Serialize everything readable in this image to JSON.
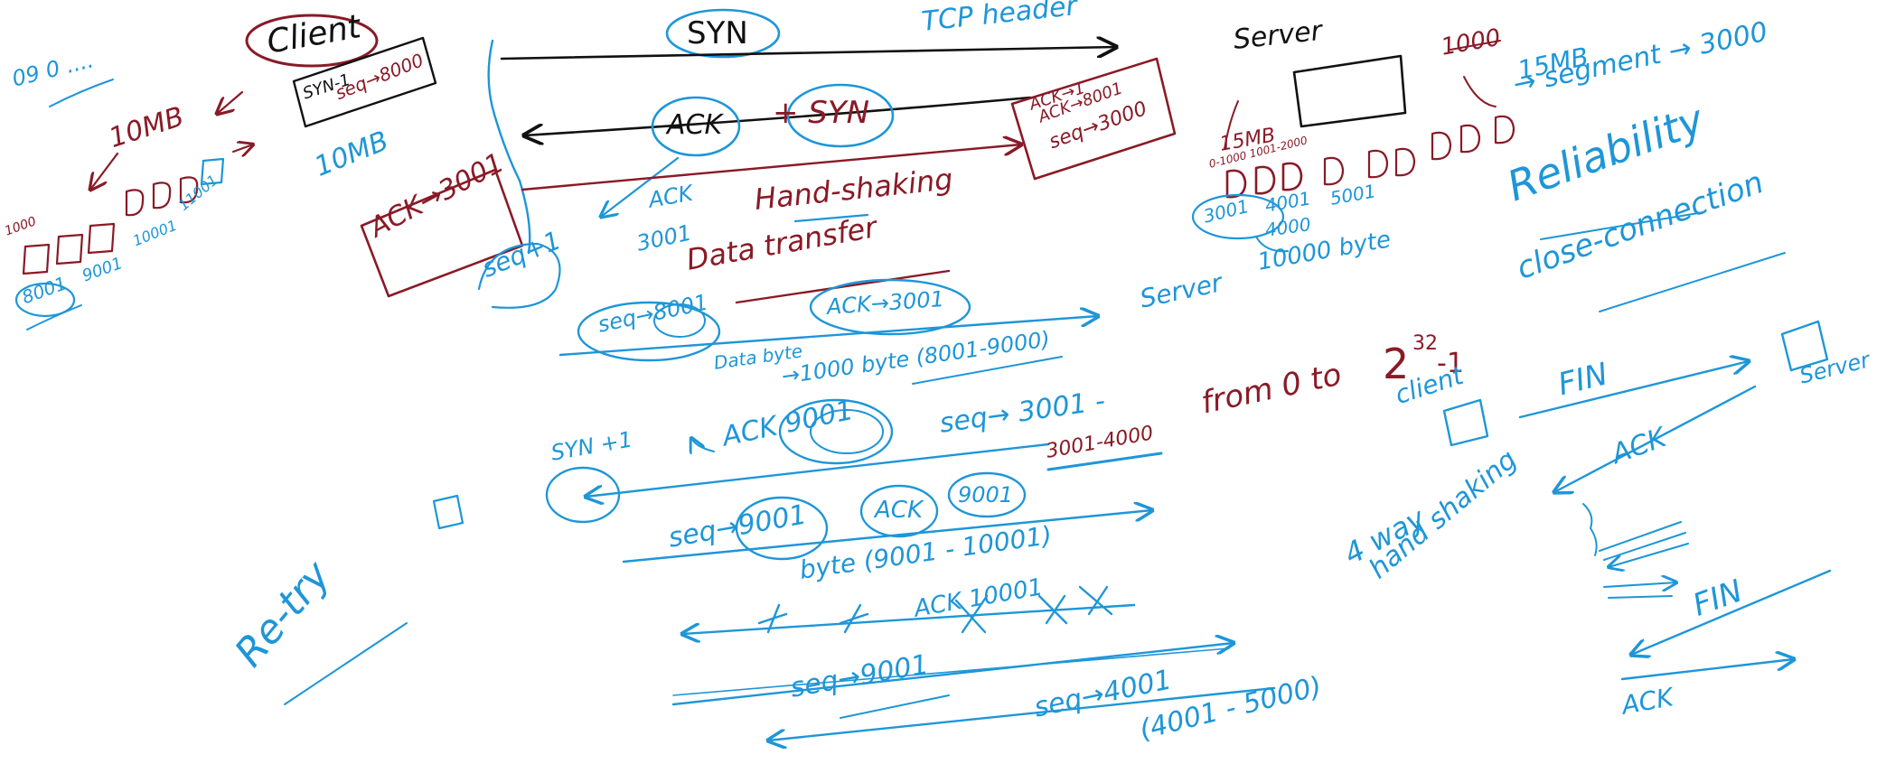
{
  "colors": {
    "blue": "#1e96d8",
    "red": "#8a1a26",
    "black": "#111111",
    "background": "#ffffff"
  },
  "notes": {
    "top_left_scribble": "09 0 ....",
    "ten_mb_left": "10MB",
    "client": "Client",
    "client_box_line1": "SYN-1",
    "client_box_line2": "seq→8000",
    "ten_mb_blue": "10MB",
    "ack_3001_box": "ACK→3001",
    "seq_plus_1_loop": "seq+1",
    "syn": "SYN",
    "tcp_header": "TCP header",
    "ack_plus_syn_ack": "ACK",
    "ack_plus_syn_syn": "+ SYN",
    "ack_small": "ACK",
    "ack_3001_small": "3001",
    "hand_shaking": "Hand-shaking",
    "data_transfer": "Data transfer",
    "server_box_line1": "ACK→1",
    "server_box_line2": "ACK→8001",
    "server_box_line3": "seq→3000",
    "server_title": "Server",
    "one_thousand": "1000",
    "fifteen_mb": "15MB",
    "segment_3000": "→ segment → 3000",
    "server_range_1": "0-1000 1001-2000",
    "server_15mb_small": "15MB",
    "server_3001": "3001",
    "server_4001": "4001",
    "server_5001": "5001",
    "server_4000": "4000",
    "ten_thousand_byte": "10000 byte",
    "reliability": "Reliability",
    "close_connection": "close-connection",
    "left_1000": "1000",
    "left_8001": "8001",
    "left_9001": "9001",
    "left_10001": "10001",
    "left_11001": "11001",
    "seq_8001": "seq→8001",
    "ack_3001_top": "ACK→3001",
    "server_mid": "Server",
    "data_byte": "Data byte",
    "byte_range_1": "→1000 byte (8001-9000)",
    "from_0_to": "from 0 to",
    "two_32": "2",
    "exponent_32": "32",
    "minus_1": "-1",
    "client_right": "client",
    "fin_top": "FIN",
    "server_right": "Server",
    "syn_plus_1": "SYN +1",
    "ack_9001": "ACK 9001",
    "seq_3001": "seq→ 3001 -",
    "range_3001_4000": "3001-4000",
    "ack_right": "ACK",
    "seq_9001": "seq→9001",
    "ack_9001_b_ack": "ACK",
    "ack_9001_b_val": "9001",
    "four_way": "4 way",
    "hand_shaking_blue": "hand shaking",
    "byte_range_2": "byte (9001 - 10001)",
    "re_try": "Re-try",
    "ack_10001_crossed": "ACK 10001",
    "fin_bottom": "FIN",
    "seq_9001_b": "seq→9001",
    "seq_4001": "seq→4001",
    "range_4001_5000": "(4001 - 5000)",
    "ack_bottom": "ACK"
  }
}
